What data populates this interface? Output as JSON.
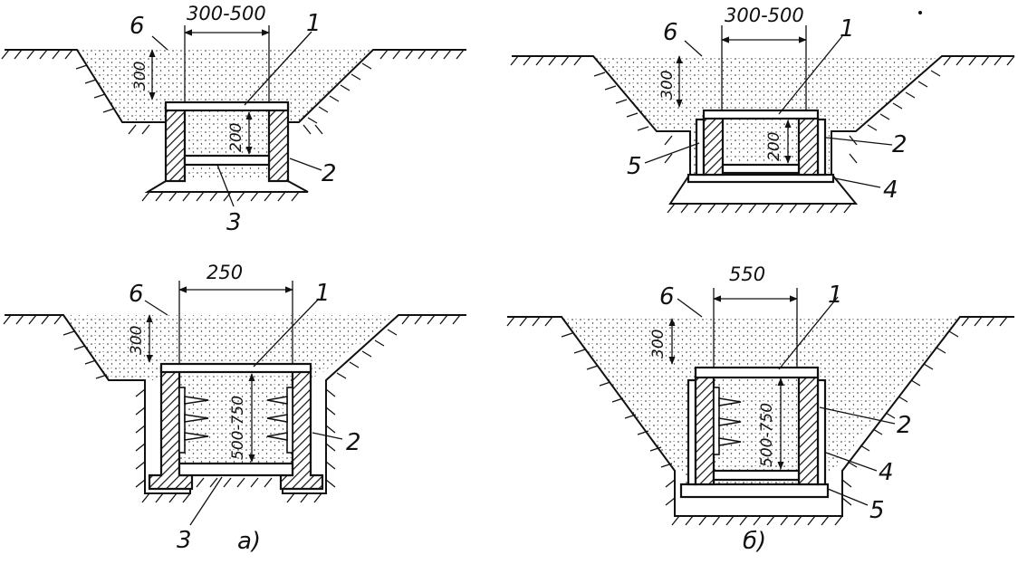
{
  "figure": {
    "caption_a": "а)",
    "caption_b": "б)"
  },
  "panel_top_left": {
    "span_dim": "300-500",
    "cover_dim": "300",
    "height_dim": "200",
    "labels": {
      "fill": "6",
      "cover": "1",
      "wall": "2",
      "base": "3"
    }
  },
  "panel_top_right": {
    "span_dim": "300-500",
    "cover_dim": "300",
    "height_dim": "200",
    "labels": {
      "fill": "6",
      "cover": "1",
      "wall": "2",
      "pad": "4",
      "side": "5"
    }
  },
  "panel_bottom_left": {
    "span_dim": "250",
    "cover_dim": "300",
    "height_dim": "500-750",
    "labels": {
      "fill": "6",
      "cover": "1",
      "wall": "2",
      "base": "3"
    }
  },
  "panel_bottom_right": {
    "span_dim": "550",
    "cover_dim": "300",
    "height_dim": "500-750",
    "labels": {
      "fill": "6",
      "cover": "1",
      "wall": "2",
      "pad": "4",
      "side": "5"
    }
  }
}
